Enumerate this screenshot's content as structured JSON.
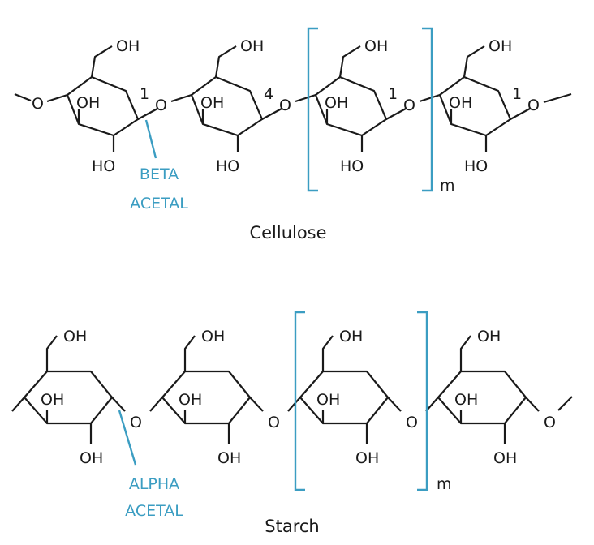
{
  "cellulose": {
    "title": "Cellulose",
    "acetal_label": [
      "BETA",
      "ACETAL"
    ],
    "ring_oh_top": "OH",
    "ring_oh_mid": "OH",
    "ring_ho_bottom": "HO",
    "oxygen": "O",
    "carbon_numbers": [
      "1",
      "4",
      "1",
      "1"
    ],
    "repeat_subscript": "m"
  },
  "starch": {
    "title": "Starch",
    "acetal_label": [
      "ALPHA",
      "ACETAL"
    ],
    "ring_oh_top": "OH",
    "ring_oh_mid": "OH",
    "ring_oh_bottom": "OH",
    "oxygen": "O",
    "repeat_subscript": "m"
  },
  "colors": {
    "bond": "#1a1a1a",
    "annotation": "#3b9dc2"
  }
}
